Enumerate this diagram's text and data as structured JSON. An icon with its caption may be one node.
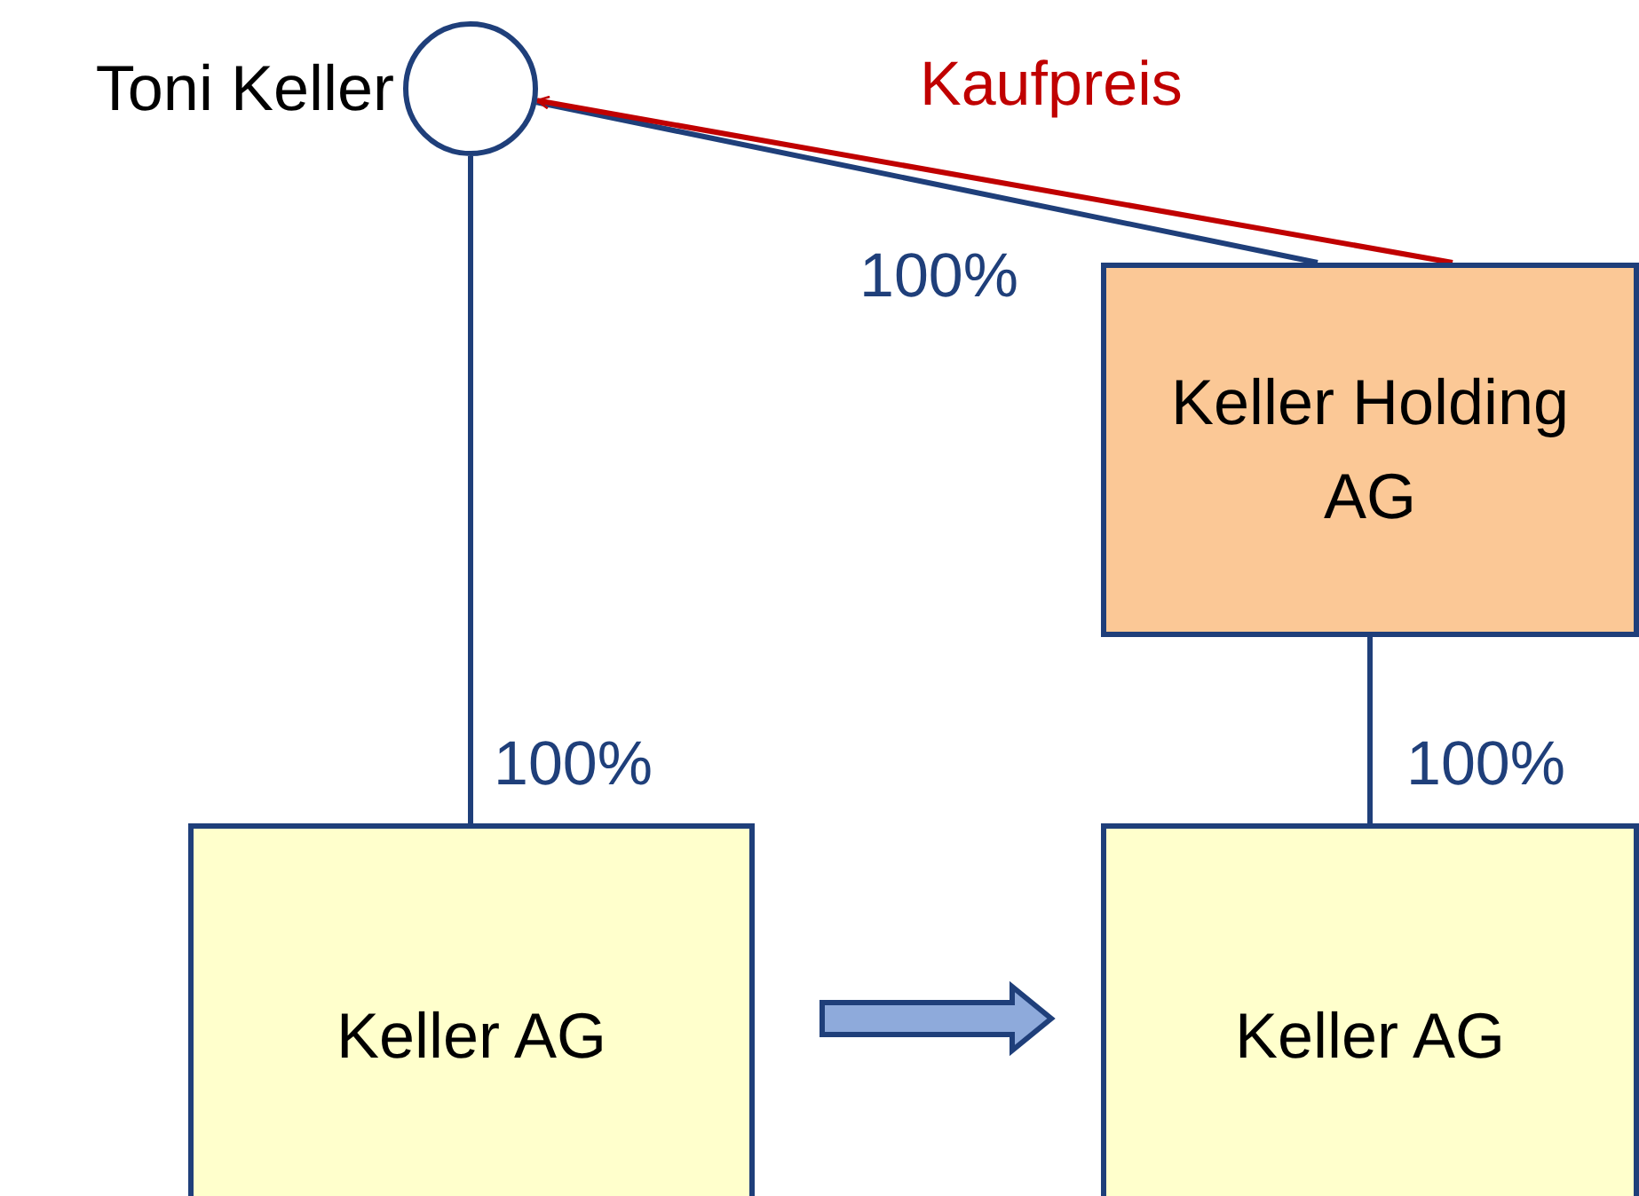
{
  "diagram": {
    "nodes": [
      {
        "text": [],
        "shape": "circle",
        "beside": [
          "Toni Keller"
        ]
      },
      {
        "text": [
          "Keller Holding AG"
        ]
      },
      {
        "text": [
          "Keller AG"
        ]
      },
      {
        "text": [
          "Keller AG"
        ]
      }
    ],
    "edges": [
      {
        "from": 0,
        "to": 2,
        "arrow": "none",
        "label": "100%"
      },
      {
        "from": 1,
        "to": 0,
        "arrow": "none",
        "label": "100%"
      },
      {
        "from": 1,
        "to": 0,
        "arrow": "to",
        "label": "Kaufpreis",
        "color": "#c00000"
      },
      {
        "from": 1,
        "to": 3,
        "arrow": "none",
        "label": "100%"
      },
      {
        "from": 2,
        "to": 3,
        "arrow": "to",
        "style": "thick",
        "color": "#8eaadb"
      }
    ]
  }
}
